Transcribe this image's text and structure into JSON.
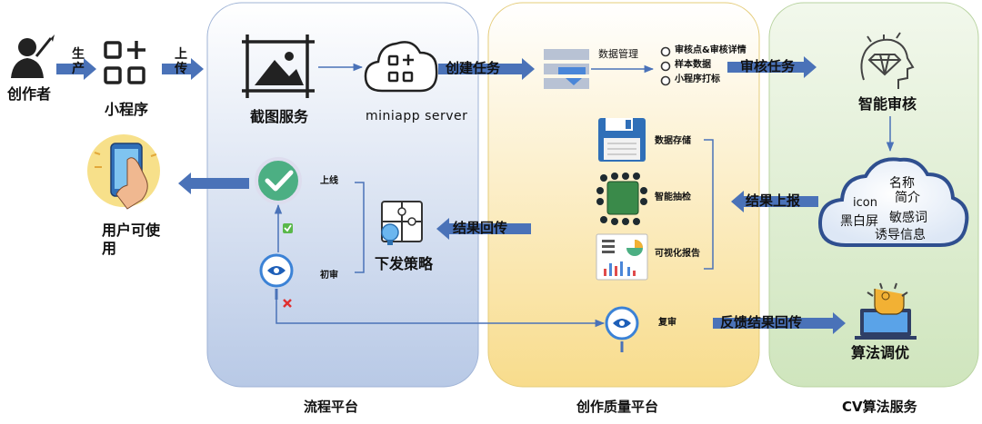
{
  "actors": {
    "creator": "创作者",
    "produce": "生产",
    "miniprogram": "小程序",
    "upload": "上传"
  },
  "flow_platform": {
    "title": "流程平台",
    "screenshot_service": "截图服务",
    "server": "miniapp  server",
    "online": "上线",
    "first_review": "初审",
    "strategy": "下发策略",
    "user_use": "用户可使用"
  },
  "quality_platform": {
    "title": "创作质量平台",
    "data_management": "数据管理",
    "items": [
      "审核点&审核详情",
      "样本数据",
      "小程序打标"
    ],
    "data_storage": "数据存储",
    "smart_sampling": "智能抽检",
    "visual_report": "可视化报告",
    "re_review": "复审"
  },
  "cv_service": {
    "title": "CV算法服务",
    "smart_review": "智能审核",
    "cloud_words": [
      "名称",
      "icon",
      "简介",
      "黑白屏",
      "敏感词",
      "诱导信息"
    ],
    "algorithm_tuning": "算法调优"
  },
  "arrows": {
    "create_task": "创建任务",
    "review_task": "审核任务",
    "result_report": "结果上报",
    "result_return": "结果回传",
    "feedback_return": "反馈结果回传"
  },
  "colors": {
    "flow_panel": "#c8d6ec",
    "quality_panel": "#fbe6a6",
    "cv_panel": "#d6e9c6",
    "arrow_blue": "#4a72b8",
    "green_check": "#4caf83"
  }
}
